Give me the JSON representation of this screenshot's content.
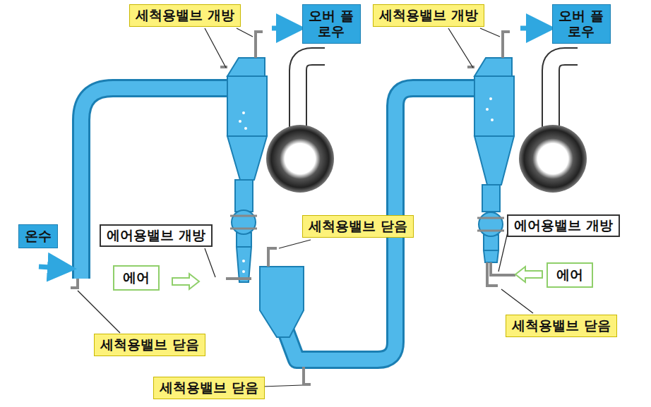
{
  "diagram": {
    "nodes": [
      {
        "text": [
          "세척용밸브 개방"
        ]
      },
      {
        "text": [
          "오버 플로우"
        ]
      },
      {
        "text": [
          "세척용밸브 개방"
        ]
      },
      {
        "text": [
          "오버 플로우"
        ]
      },
      {
        "text": [
          "에어용밸브 개방"
        ]
      },
      {
        "text": [
          "세척용밸브 닫음"
        ]
      },
      {
        "text": [
          "에어용밸브 개방"
        ]
      },
      {
        "text": [
          "온수"
        ]
      },
      {
        "text": [
          "에어"
        ]
      },
      {
        "text": [
          "에어"
        ]
      },
      {
        "text": [
          "세척용밸브 닫음"
        ]
      },
      {
        "text": [
          "세척용밸브 닫음"
        ]
      },
      {
        "text": [
          "세척용밸브 닫음"
        ]
      }
    ]
  }
}
